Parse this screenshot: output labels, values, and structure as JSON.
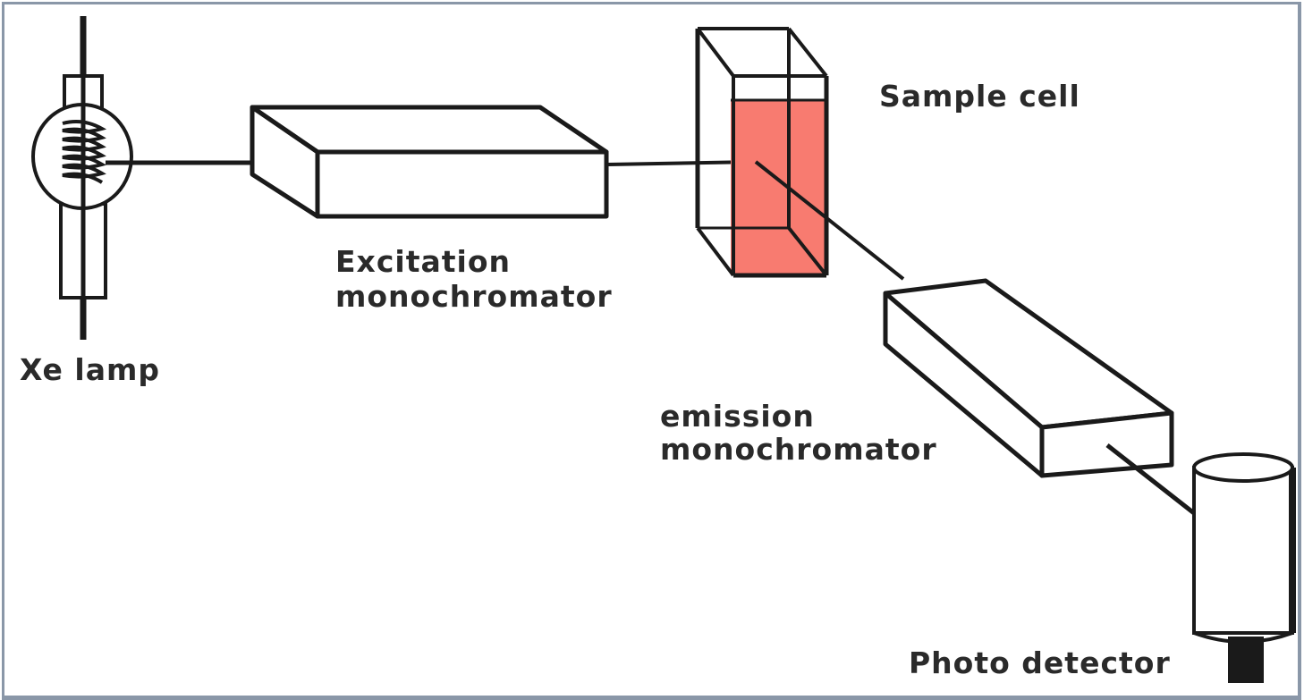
{
  "labels": {
    "xe_lamp": "Xe lamp",
    "excitation_line1": "Excitation",
    "excitation_line2": "monochromator",
    "sample_cell": "Sample cell",
    "emission_line1": "emission",
    "emission_line2": "monochromator",
    "photo_detector": "Photo detector"
  },
  "colors": {
    "sample_liquid": "#f87b70",
    "line": "#1a1a1a",
    "frame": "#8a97a8"
  },
  "icons": {
    "lamp": "xe-lamp-icon",
    "detector": "photo-detector-icon"
  }
}
